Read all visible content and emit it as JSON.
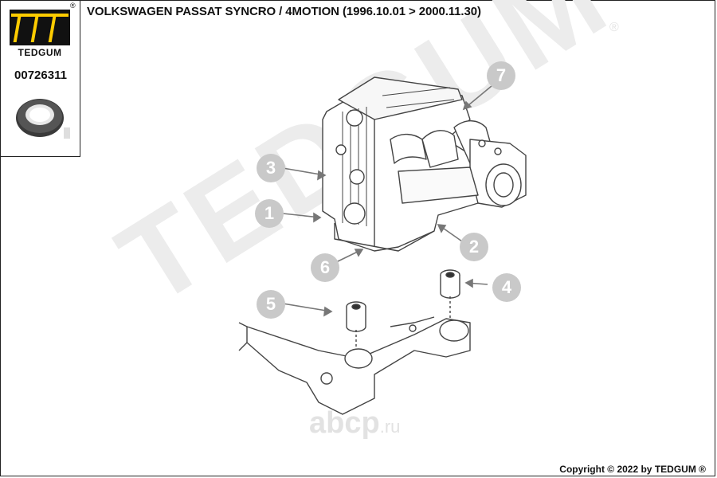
{
  "header": {
    "title": "VOLKSWAGEN PASSAT SYNCRO / 4MOTION (1996.10.01 > 2000.11.30)"
  },
  "logo": {
    "brand": "TEDGUM",
    "registered": "®",
    "part_number": "00726311"
  },
  "watermark": {
    "text": "TEDGUM",
    "registered": "®",
    "site_main": "abcp",
    "site_suffix": ".ru"
  },
  "callouts": [
    "1",
    "2",
    "3",
    "4",
    "5",
    "6",
    "7"
  ],
  "footer": {
    "copyright": "Copyright © 2022 by TEDGUM ®"
  },
  "colors": {
    "callout": "#c9c9c9",
    "line": "#444444",
    "watermark": "#ececec"
  }
}
